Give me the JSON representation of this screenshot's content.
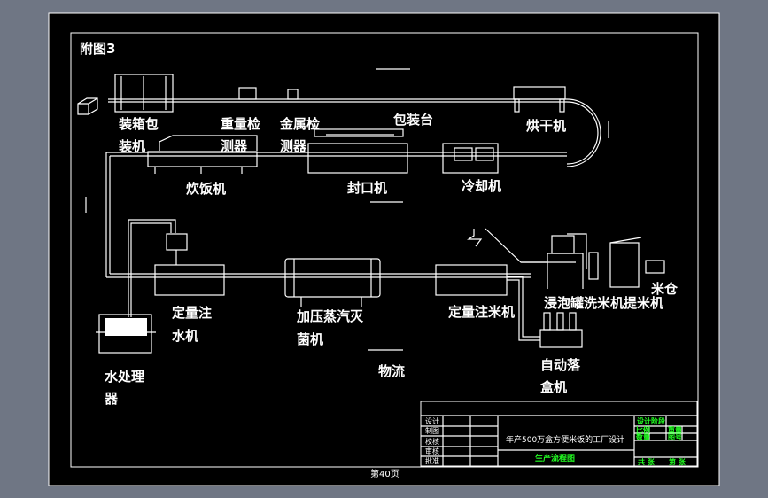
{
  "drawing": {
    "figure_label": "附图3",
    "page_label": "第40页",
    "flow_legend": "物流"
  },
  "equipment": {
    "packing": [
      "装箱包",
      "装机"
    ],
    "weight_check": [
      "重量检",
      "测器"
    ],
    "metal_check": [
      "金属检",
      "测器"
    ],
    "packing_table": "包装台",
    "dryer": "烘干机",
    "rice_cooker": "炊饭机",
    "sealer": "封口机",
    "cooler": "冷却机",
    "water_filler": [
      "定量注",
      "水机"
    ],
    "sterilizer": [
      "加压蒸汽灭",
      "菌机"
    ],
    "rice_filler": "定量注米机",
    "soak_wash_lift": "浸泡罐洗米机提米机",
    "rice_bin": "米仓",
    "water_treatment": [
      "水处理",
      "器"
    ],
    "tray_dropper": [
      "自动落",
      "盒机"
    ]
  },
  "title_block": {
    "project": "年产500万盒方便米饭的工厂设计",
    "drawing_name": "生产流程图",
    "roles": [
      "设计",
      "制图",
      "校核",
      "审核",
      "批准"
    ],
    "stage": "设计阶段",
    "scale": "比例",
    "weight": "重量",
    "quantity": "数量",
    "drawing_no": "图号",
    "sheets_total": "共 张",
    "sheet_no": "第 张"
  },
  "colors": {
    "background": "#000000",
    "line": "#ffffff",
    "accent": "#22ff22",
    "frame": "#6f7684"
  }
}
